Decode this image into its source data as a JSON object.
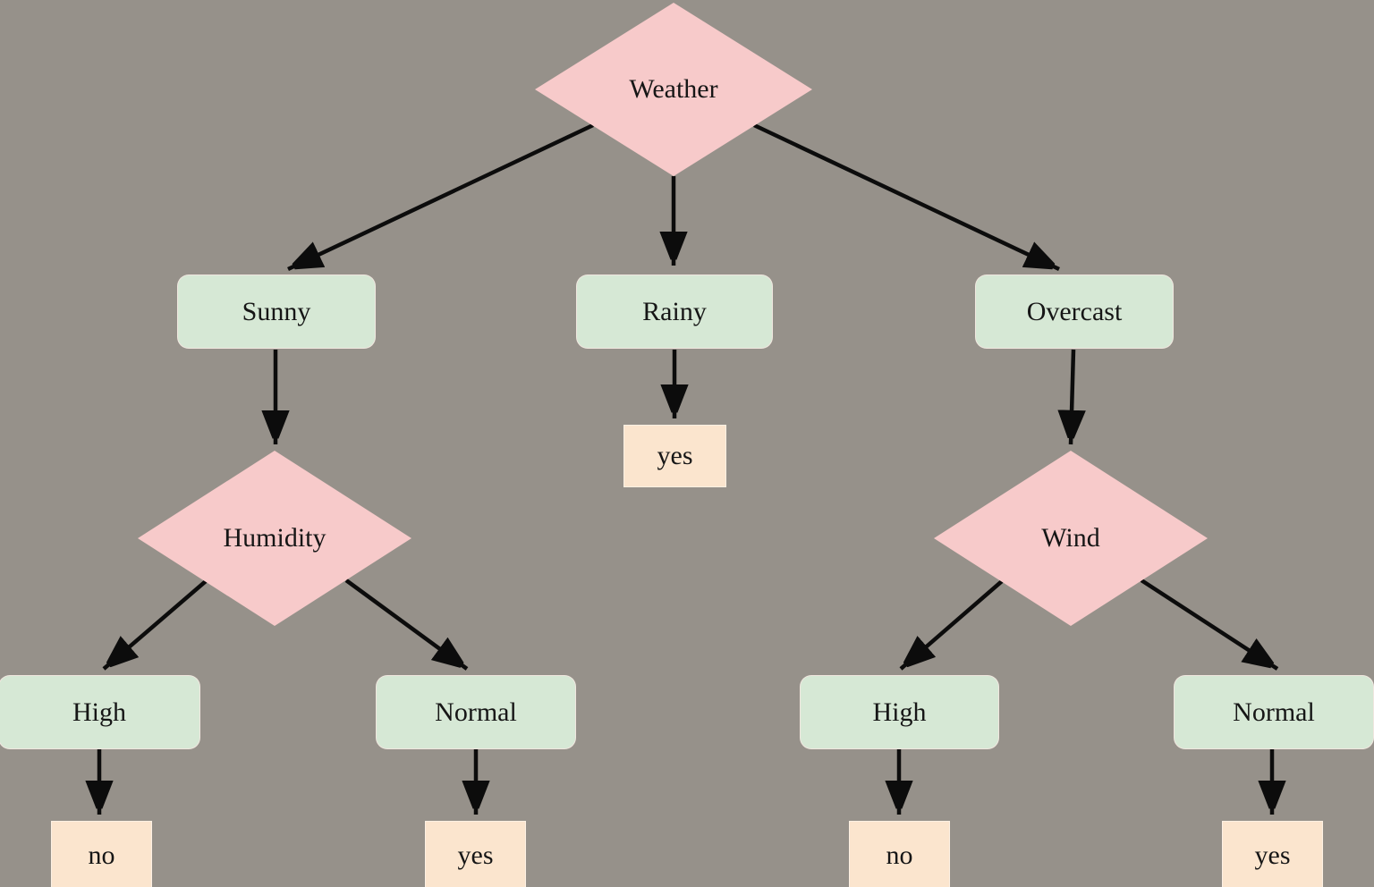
{
  "diagram_type": "decision-tree",
  "colors": {
    "background": "#96918a",
    "decision_fill": "#f7caca",
    "branch_fill": "#d6e8d5",
    "leaf_fill": "#fbe5ce",
    "arrow": "#0c0c0c",
    "text": "#161616"
  },
  "nodes": {
    "weather": {
      "label": "Weather",
      "type": "decision"
    },
    "sunny": {
      "label": "Sunny",
      "type": "branch"
    },
    "rainy": {
      "label": "Rainy",
      "type": "branch"
    },
    "overcast": {
      "label": "Overcast",
      "type": "branch"
    },
    "rainy_leaf": {
      "label": "yes",
      "type": "leaf"
    },
    "humidity": {
      "label": "Humidity",
      "type": "decision"
    },
    "wind": {
      "label": "Wind",
      "type": "decision"
    },
    "humidity_high": {
      "label": "High",
      "type": "branch"
    },
    "humidity_normal": {
      "label": "Normal",
      "type": "branch"
    },
    "wind_high": {
      "label": "High",
      "type": "branch"
    },
    "wind_normal": {
      "label": "Normal",
      "type": "branch"
    },
    "humidity_high_leaf": {
      "label": "no",
      "type": "leaf"
    },
    "humidity_normal_leaf": {
      "label": "yes",
      "type": "leaf"
    },
    "wind_high_leaf": {
      "label": "no",
      "type": "leaf"
    },
    "wind_normal_leaf": {
      "label": "yes",
      "type": "leaf"
    }
  },
  "edges": [
    {
      "from": "weather",
      "to": "sunny"
    },
    {
      "from": "weather",
      "to": "rainy"
    },
    {
      "from": "weather",
      "to": "overcast"
    },
    {
      "from": "sunny",
      "to": "humidity"
    },
    {
      "from": "rainy",
      "to": "rainy_leaf"
    },
    {
      "from": "overcast",
      "to": "wind"
    },
    {
      "from": "humidity",
      "to": "humidity_high"
    },
    {
      "from": "humidity",
      "to": "humidity_normal"
    },
    {
      "from": "wind",
      "to": "wind_high"
    },
    {
      "from": "wind",
      "to": "wind_normal"
    },
    {
      "from": "humidity_high",
      "to": "humidity_high_leaf"
    },
    {
      "from": "humidity_normal",
      "to": "humidity_normal_leaf"
    },
    {
      "from": "wind_high",
      "to": "wind_high_leaf"
    },
    {
      "from": "wind_normal",
      "to": "wind_normal_leaf"
    }
  ]
}
